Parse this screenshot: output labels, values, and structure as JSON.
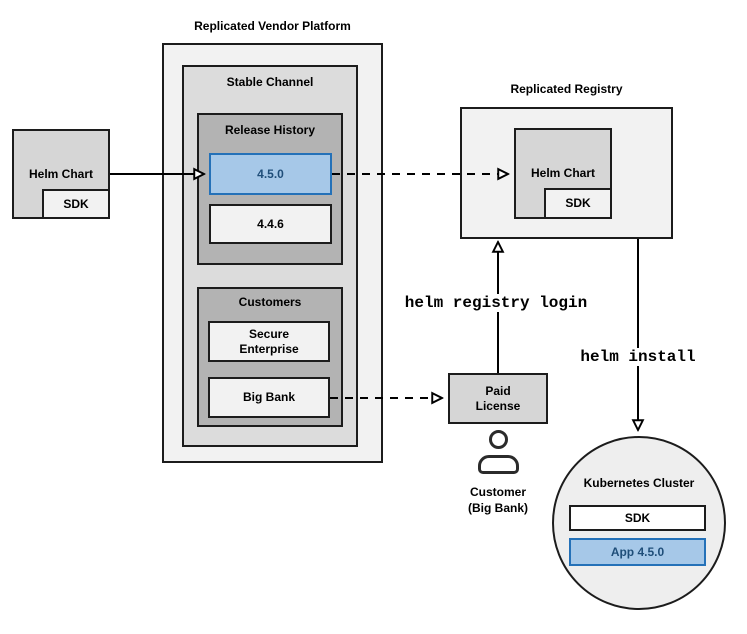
{
  "colors": {
    "highlight_fill": "#a6c8e8",
    "highlight_border": "#2471b8",
    "highlight_text": "#1f4e79"
  },
  "vendor_platform": {
    "title": "Replicated Vendor Platform",
    "stable_channel": {
      "title": "Stable Channel",
      "release_history": {
        "title": "Release History",
        "releases": [
          {
            "version": "4.5.0",
            "highlighted": true
          },
          {
            "version": "4.4.6",
            "highlighted": false
          }
        ]
      },
      "customers": {
        "title": "Customers",
        "items": [
          {
            "name": "Secure Enterprise"
          },
          {
            "name": "Big Bank"
          }
        ]
      }
    }
  },
  "source_helm_chart": {
    "label": "Helm Chart",
    "sdk": "SDK"
  },
  "registry": {
    "title": "Replicated Registry",
    "helm_chart": {
      "label": "Helm Chart",
      "sdk": "SDK"
    }
  },
  "paid_license": {
    "line1": "Paid",
    "line2": "License"
  },
  "customer": {
    "line1": "Customer",
    "line2": "(Big Bank)"
  },
  "kubernetes_cluster": {
    "title": "Kubernetes Cluster",
    "sdk": "SDK",
    "app": "App 4.5.0"
  },
  "commands": {
    "registry_login": "helm registry login",
    "install": "helm install"
  }
}
